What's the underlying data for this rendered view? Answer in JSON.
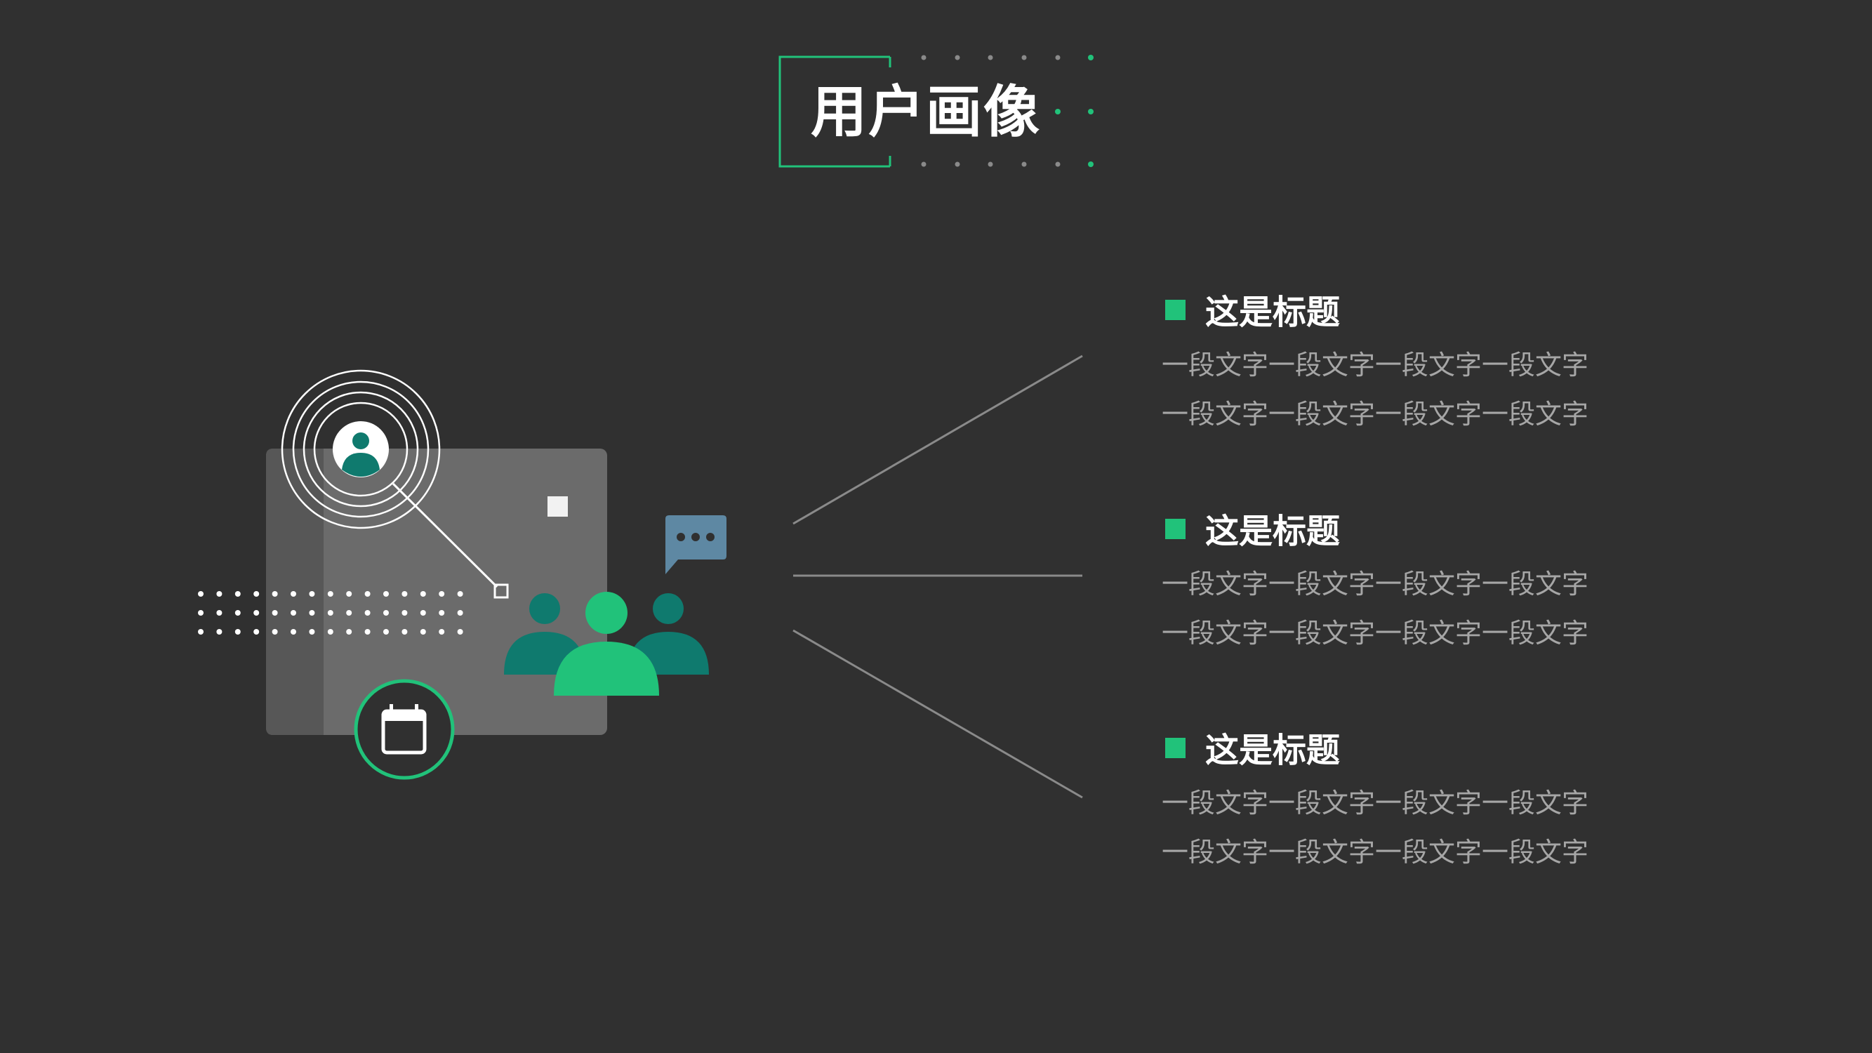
{
  "title": "用户画像",
  "colors": {
    "background": "#303030",
    "accent_green": "#21c27a",
    "dark_teal": "#0f7a6e",
    "chat_blue": "#5e88a3",
    "card_gray": "#6b6b6b",
    "body_text": "#a6a6a6"
  },
  "icons": {
    "user": "user-avatar-icon",
    "calendar": "calendar-icon",
    "chat": "chat-bubble-icon",
    "group": "user-group-icon"
  },
  "items": [
    {
      "title": "这是标题",
      "lines": [
        "一段文字一段文字一段文字一段文字",
        "一段文字一段文字一段文字一段文字"
      ]
    },
    {
      "title": "这是标题",
      "lines": [
        "一段文字一段文字一段文字一段文字",
        "一段文字一段文字一段文字一段文字"
      ]
    },
    {
      "title": "这是标题",
      "lines": [
        "一段文字一段文字一段文字一段文字",
        "一段文字一段文字一段文字一段文字"
      ]
    }
  ]
}
